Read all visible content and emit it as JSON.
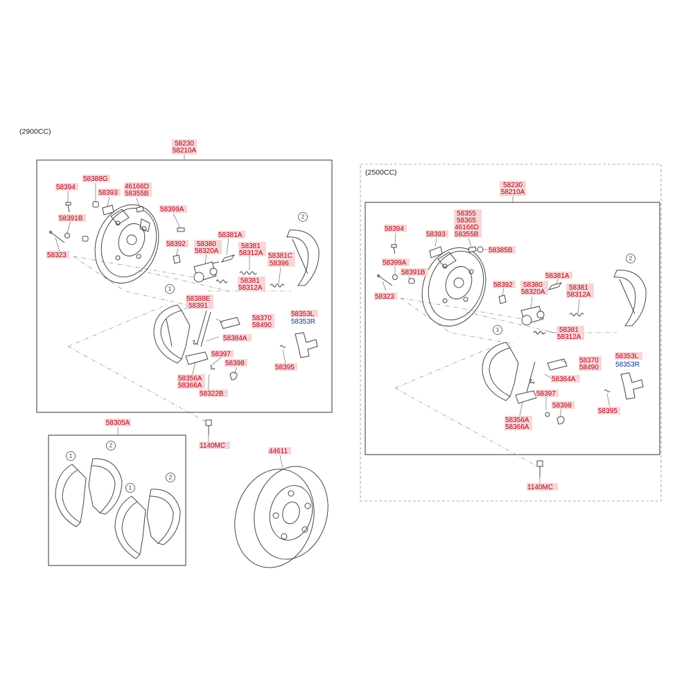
{
  "captions": {
    "cc2900": "(2900CC)",
    "cc2500": "(2500CC)"
  },
  "colors": {
    "part_number": "#b3001b",
    "part_number_blue": "#0b2f8f",
    "label_highlight": "#f7d6d6",
    "line": "#444444"
  },
  "left_group": {
    "assembly_1": "58230",
    "assembly_2": "58210A",
    "parts": {
      "p58394": "58394",
      "p58388G": "58388G",
      "p58393": "58393",
      "p46166D": "46166D",
      "p58355B": "58355B",
      "p58399A": "58399A",
      "p58391B": "58391B",
      "p58323": "58323",
      "p58392": "58392",
      "p58380": "58380",
      "p58320A": "58320A",
      "p58381A": "58381A",
      "p58381_top": "58381",
      "p58312A_top": "58312A",
      "p58381C": "58381C",
      "p58396": "58396",
      "p58381_mid": "58381",
      "p58312A_mid": "58312A",
      "p58388E": "58388E",
      "p58391": "58391",
      "p58370": "58370",
      "p58490": "58490",
      "p58353L": "58353L",
      "p58353R": "58353R",
      "p58384A": "58384A",
      "p58397": "58397",
      "p58398": "58398",
      "p58395": "58395",
      "p58356A": "58356A",
      "p58366A": "58366A",
      "p58322B": "58322B",
      "p1140MC": "1140MC"
    },
    "callouts": {
      "c1": "1",
      "c2": "2"
    }
  },
  "shoe_kit": {
    "part": "58305A",
    "callouts": {
      "a1": "1",
      "a2": "2",
      "b1": "1",
      "b2": "2"
    }
  },
  "drum": {
    "part": "44611"
  },
  "right_group": {
    "assembly_1": "58230",
    "assembly_2": "58210A",
    "parts": {
      "p58355": "58355",
      "p58365": "58365",
      "p46166D": "46166D",
      "p58355B": "58355B",
      "p58394": "58394",
      "p58393": "58393",
      "p58385B": "58385B",
      "p58399A": "58399A",
      "p58391B": "58391B",
      "p58323": "58323",
      "p58392": "58392",
      "p58380": "58380",
      "p58320A": "58320A",
      "p58381A": "58381A",
      "p58381_top": "58381",
      "p58312A_top": "58312A",
      "p58381_mid": "58381",
      "p58312A_mid": "58312A",
      "p58370": "58370",
      "p58490": "58490",
      "p58353L": "58353L",
      "p58353R": "58353R",
      "p58384A": "58384A",
      "p58397": "58397",
      "p58398": "58398",
      "p58395": "58395",
      "p58356A": "58356A",
      "p58366A": "58366A",
      "p1140MC": "1140MC"
    },
    "callouts": {
      "c1": "1",
      "c2": "2"
    }
  }
}
